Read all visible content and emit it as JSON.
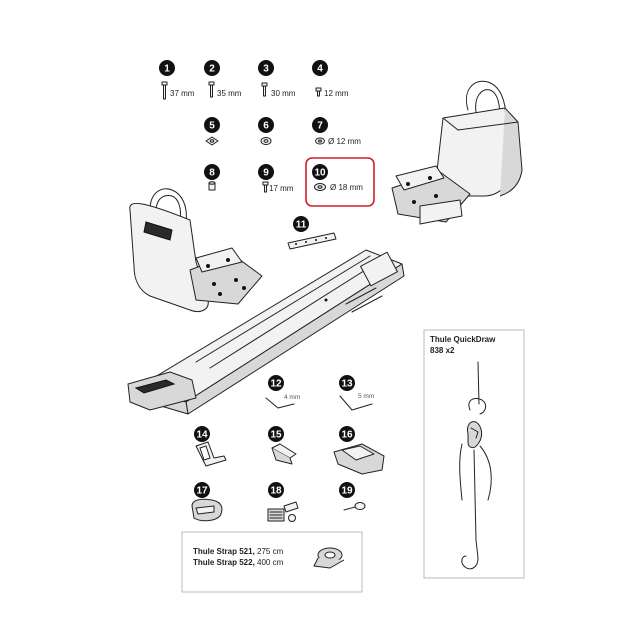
{
  "parts": [
    {
      "num": "1",
      "label": "37 mm"
    },
    {
      "num": "2",
      "label": "35 mm"
    },
    {
      "num": "3",
      "label": "30 mm"
    },
    {
      "num": "4",
      "label": "12 mm"
    },
    {
      "num": "5",
      "label": ""
    },
    {
      "num": "6",
      "label": ""
    },
    {
      "num": "7",
      "label": "Ø 12 mm"
    },
    {
      "num": "8",
      "label": ""
    },
    {
      "num": "9",
      "label": "17 mm"
    },
    {
      "num": "10",
      "label": "Ø 18 mm"
    },
    {
      "num": "11",
      "label": ""
    },
    {
      "num": "12",
      "label": "4 mm"
    },
    {
      "num": "13",
      "label": "5 mm"
    },
    {
      "num": "14",
      "label": ""
    },
    {
      "num": "15",
      "label": ""
    },
    {
      "num": "16",
      "label": ""
    },
    {
      "num": "17",
      "label": ""
    },
    {
      "num": "18",
      "label": ""
    },
    {
      "num": "19",
      "label": ""
    }
  ],
  "highlight": {
    "part": "10",
    "color": "#d0202a"
  },
  "strap_box": {
    "line1_bold": "Thule Strap 521,",
    "line1_rest": " 275 cm",
    "line2_bold": "Thule Strap 522,",
    "line2_rest": " 400 cm"
  },
  "quickdraw_box": {
    "title": "Thule QuickDraw",
    "subtitle": "838 x2"
  },
  "colors": {
    "badge": "#111111",
    "highlight": "#d0202a",
    "line": "#222222"
  }
}
